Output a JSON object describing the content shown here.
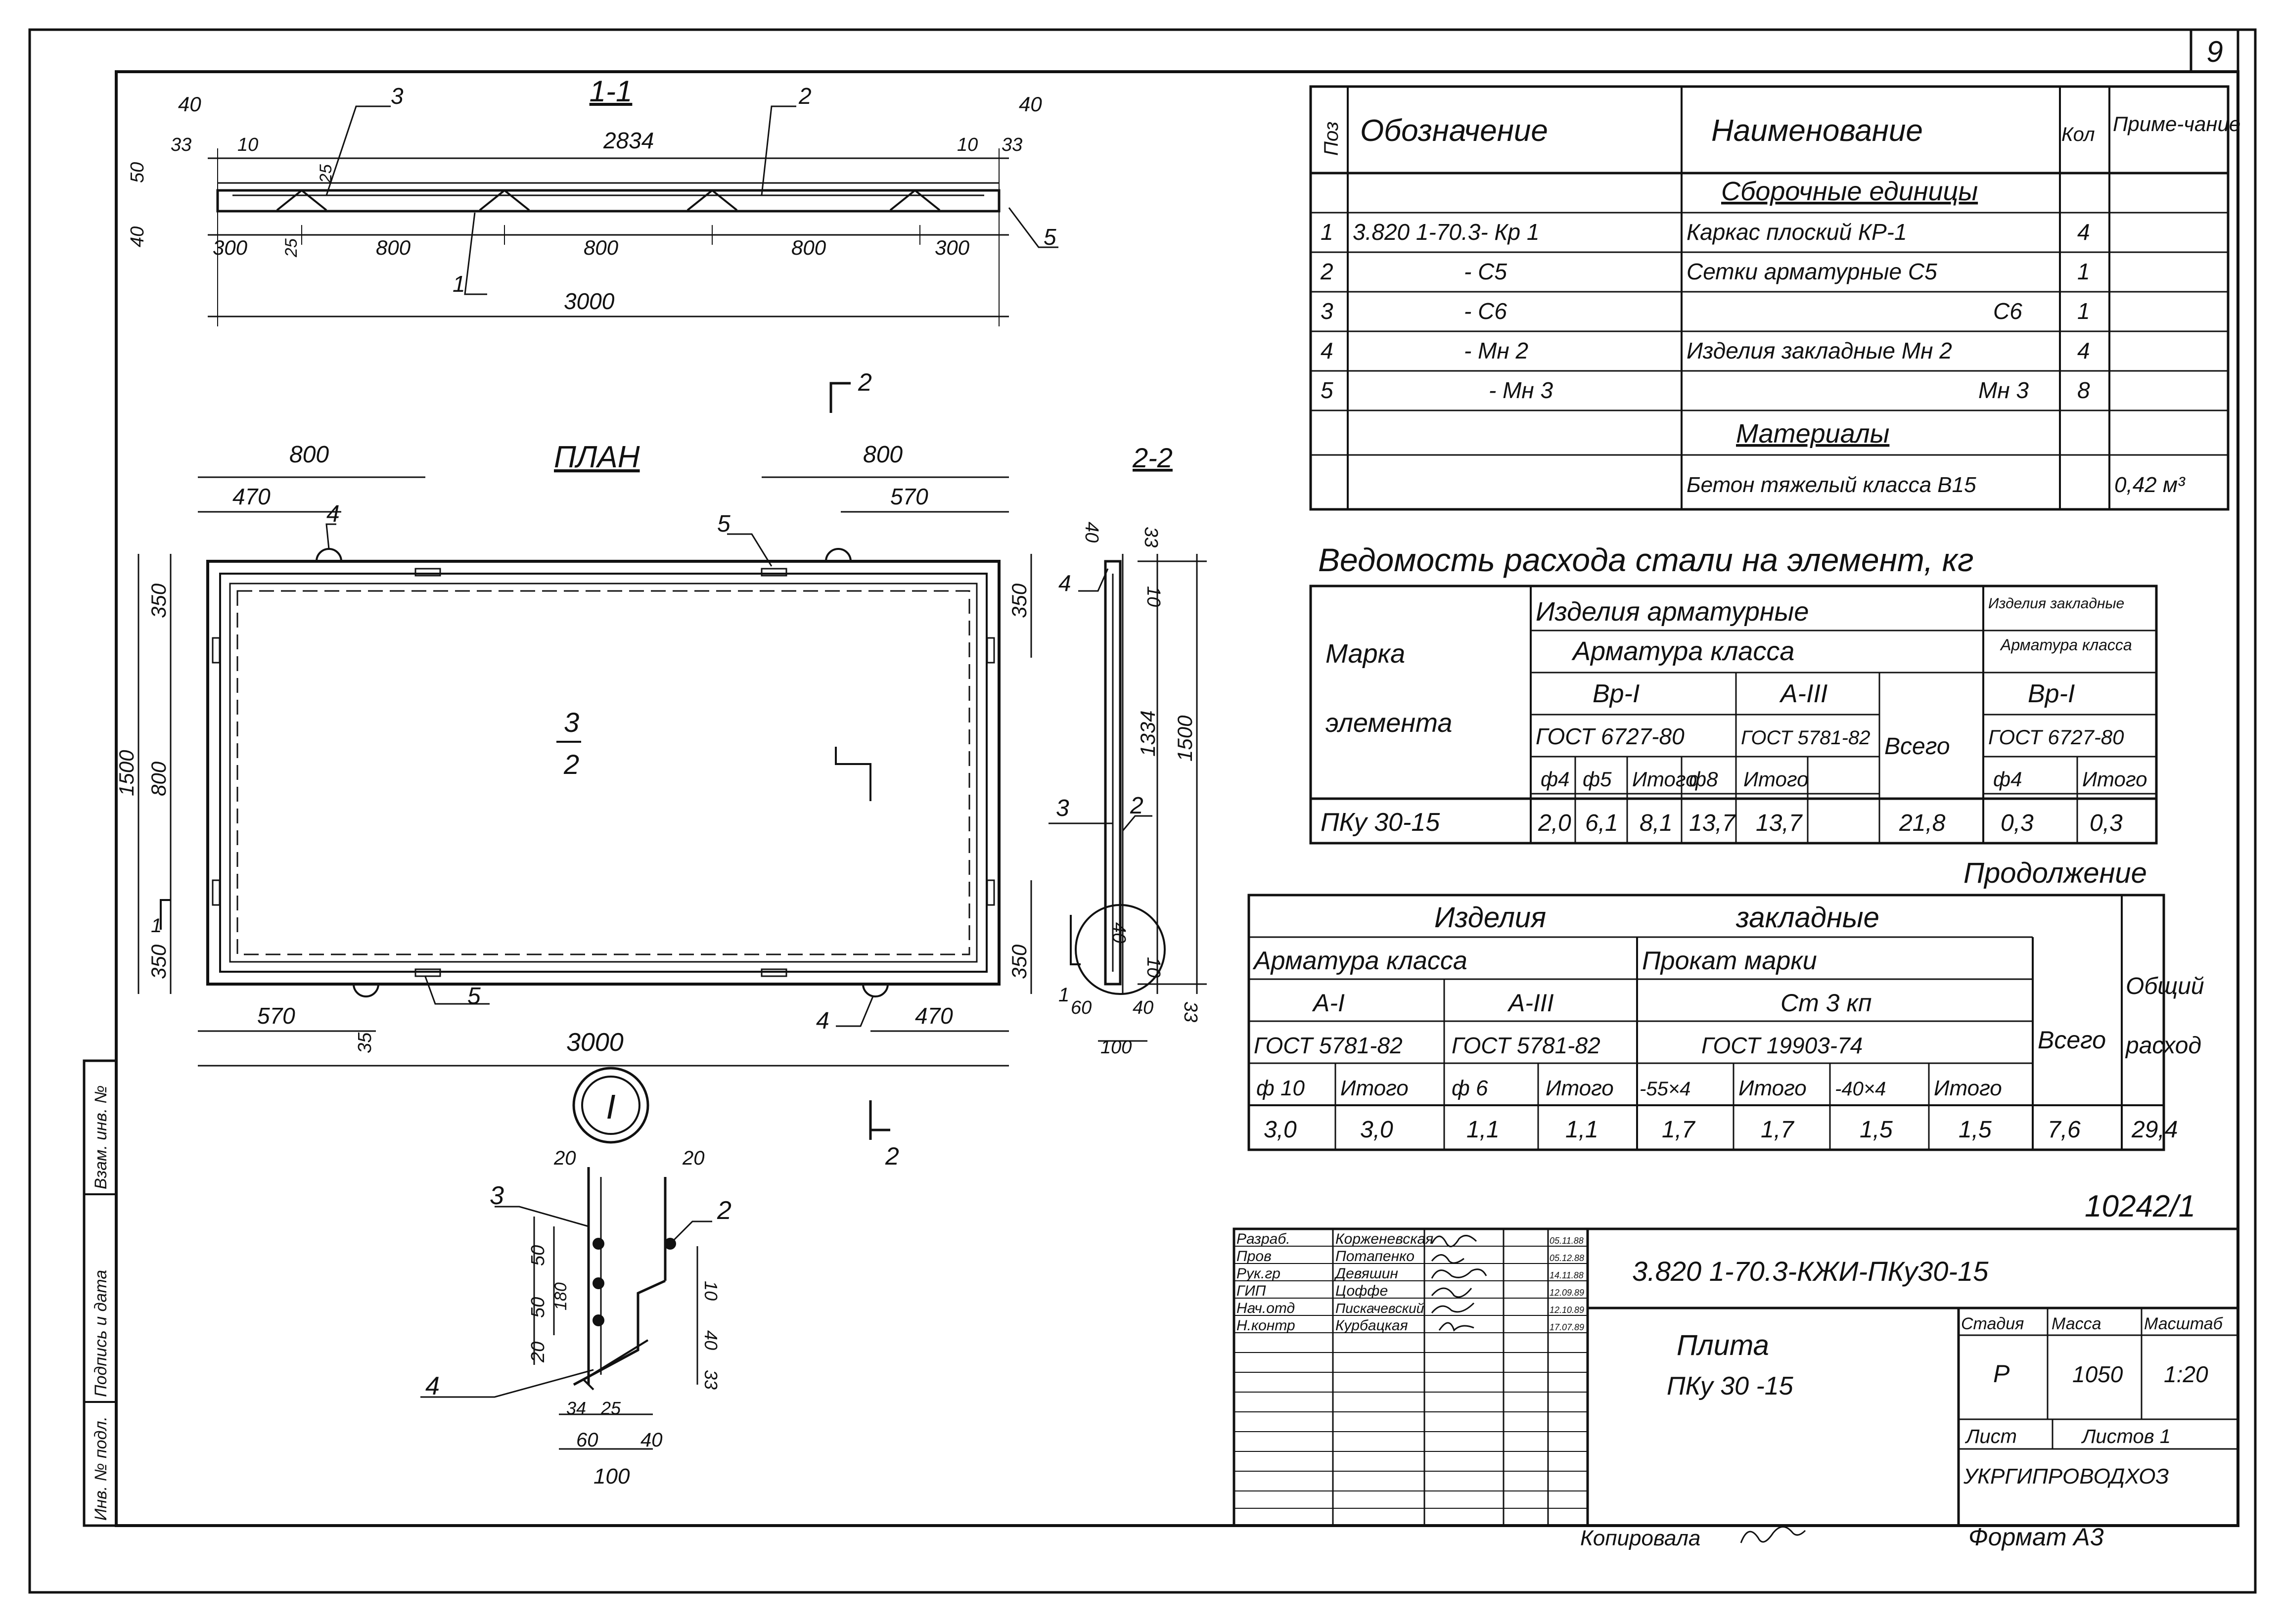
{
  "sheet": {
    "number": "9",
    "doc_number": "10242/1",
    "code": "3.820  1-70.3-КЖИ-ПКу30-15",
    "title": "Плита",
    "subtitle": "ПКу 30 -15",
    "stage_label": "Стадия",
    "mass_label": "Масса",
    "scale_label": "Масштаб",
    "stage": "Р",
    "mass": "1050",
    "scale": "1:20",
    "sheet_label": "Лист",
    "sheets_label": "Листов 1",
    "org": "УКРГИПРОВОДХОЗ",
    "copied": "Копировала",
    "format": "Формат  А3",
    "stamp_rows": [
      {
        "role": "Разраб.",
        "name": "Корженевская",
        "date": "05.11.88"
      },
      {
        "role": "Пров",
        "name": "Потапенко",
        "date": "05.12.88"
      },
      {
        "role": "Рук.гр",
        "name": "Девяшин",
        "date": "14.11.88"
      },
      {
        "role": "ГИП",
        "name": "Цоффе",
        "date": "12.09.89"
      },
      {
        "role": "Нач.отд",
        "name": "Пискачевский",
        "date": "12.10.89"
      },
      {
        "role": "Н.контр",
        "name": "Курбацкая",
        "date": "17.07.89"
      }
    ],
    "side_labels": [
      "Инв. № подл.",
      "Подпись и дата",
      "Взам. инв. №"
    ]
  },
  "spec_table": {
    "headers": [
      "Поз",
      "Обозначение",
      "Наименование",
      "Кол",
      "Приме-чание"
    ],
    "section_assembly": "Сборочные единицы",
    "rows": [
      {
        "pos": "1",
        "designation": "3.820 1-70.3-  Кр 1",
        "name": "Каркас плоский  КР-1",
        "qty": "4"
      },
      {
        "pos": "2",
        "designation": "- С5",
        "name": "Сетки арматурные С5",
        "qty": "1"
      },
      {
        "pos": "3",
        "designation": "- С6",
        "name": "С6",
        "qty": "1"
      },
      {
        "pos": "4",
        "designation": "- Мн 2",
        "name": "Изделия закладные  Мн 2",
        "qty": "4"
      },
      {
        "pos": "5",
        "designation": "- Мн 3",
        "name": "Мн 3",
        "qty": "8"
      }
    ],
    "section_materials": "Материалы",
    "material": {
      "name": "Бетон тяжелый класса В15",
      "note": "0,42 м³"
    }
  },
  "steel_table": {
    "title": "Ведомость расхода стали на элемент, кг",
    "mark_label": "Марка",
    "element_label": "элемента",
    "rebar_products": "Изделия арматурные",
    "rebar_class": "Арматура класса",
    "embedded_products": "Изделия закладные",
    "embedded_class": "Арматура класса",
    "class_vp": "Вр-I",
    "class_a3": "А-III",
    "class_vp2": "Вр-I",
    "gost1": "ГОСТ 6727-80",
    "gost2": "ГОСТ 5781-82",
    "gost3": "ГОСТ 6727-80",
    "total": "Всего",
    "cols": [
      "ф4",
      "ф5",
      "Итого",
      "ф8",
      "Итого",
      "ф4",
      "Итого"
    ],
    "row": {
      "mark": "ПКу 30-15",
      "v": [
        "2,0",
        "6,1",
        "8,1",
        "13,7",
        "13,7",
        "21,8",
        "0,3",
        "0,3"
      ]
    }
  },
  "cont_table": {
    "title": "Продолжение",
    "embedded": "Изделия",
    "embedded2": "закладные",
    "rebar_class": "Арматура   класса",
    "rolled": "Прокат    марки",
    "a1": "А-I",
    "a3": "А-III",
    "st": "Ст 3 кп",
    "gost_a1": "ГОСТ 5781-82",
    "gost_a3": "ГОСТ 5781-82",
    "gost_st": "ГОСТ  19903-74",
    "total": "Всего",
    "overall1": "Общий",
    "overall2": "расход",
    "cols": [
      "ф 10",
      "Итого",
      "ф 6",
      "Итого",
      "-55×4",
      "Итого",
      "-40×4",
      "Итого"
    ],
    "values": [
      "3,0",
      "3,0",
      "1,1",
      "1,1",
      "1,7",
      "1,7",
      "1,5",
      "1,5",
      "7,6",
      "29,4"
    ]
  },
  "drawing": {
    "section11": "1-1",
    "plan": "ПЛАН",
    "section22": "2-2",
    "detail": "I",
    "s11_dims": [
      "40",
      "33",
      "10",
      "2834",
      "10",
      "33",
      "40",
      "50",
      "25",
      "40",
      "25",
      "300",
      "800",
      "800",
      "800",
      "300",
      "3000"
    ],
    "s11_pos": [
      "3",
      "2",
      "1",
      "5"
    ],
    "plan_dims": [
      "800",
      "800",
      "470",
      "570",
      "350",
      "350",
      "800",
      "1500",
      "350",
      "350",
      "570",
      "35",
      "3000",
      "470"
    ],
    "plan_pos": [
      "4",
      "5",
      "5",
      "4",
      "3",
      "2",
      "4"
    ],
    "s22_dims": [
      "40",
      "33",
      "10",
      "1334",
      "1500",
      "10",
      "40",
      "60",
      "40",
      "33",
      "100"
    ],
    "s22_pos": [
      "4",
      "3",
      "2",
      "I"
    ],
    "detail_dims": [
      "20",
      "20",
      "50",
      "50",
      "180",
      "20",
      "10",
      "40",
      "33",
      "34",
      "25",
      "60",
      "40",
      "100"
    ],
    "detail_pos": [
      "3",
      "2",
      "4"
    ],
    "cut_marks": [
      "2",
      "2",
      "1",
      "1"
    ]
  }
}
